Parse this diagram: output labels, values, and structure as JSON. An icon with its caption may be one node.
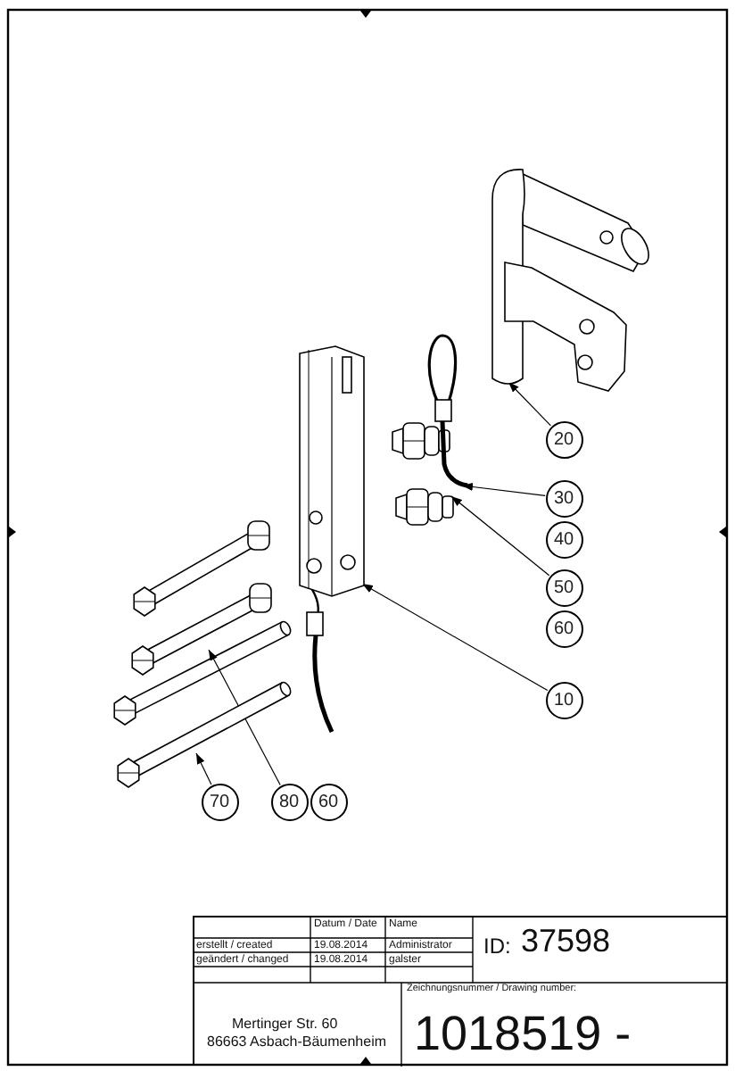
{
  "diagram": {
    "nodes": [
      {
        "text": [
          "20"
        ]
      },
      {
        "text": [
          "30"
        ]
      },
      {
        "text": [
          "40"
        ]
      },
      {
        "text": [
          "50"
        ]
      },
      {
        "text": [
          "60"
        ]
      },
      {
        "text": [
          "10"
        ]
      },
      {
        "text": [
          "70"
        ]
      },
      {
        "text": [
          "80"
        ]
      },
      {
        "text": [
          "60"
        ]
      },
      {
        "text": [],
        "shape": "picture"
      },
      {
        "text": [],
        "shape": "picture"
      },
      {
        "text": [],
        "shape": "picture"
      },
      {
        "text": [],
        "shape": "picture"
      },
      {
        "text": [],
        "shape": "picture"
      },
      {
        "text": [],
        "shape": "picture"
      }
    ],
    "edges": [
      {
        "from": 0,
        "to": 9,
        "arrow": "to"
      },
      {
        "from": 1,
        "to": 10,
        "arrow": "to"
      },
      {
        "from": 3,
        "to": 11,
        "arrow": "to"
      },
      {
        "from": 5,
        "to": 12,
        "arrow": "to"
      },
      {
        "from": 7,
        "to": 13,
        "arrow": "to"
      },
      {
        "from": 6,
        "to": 14,
        "arrow": "to"
      }
    ],
    "labels": [
      "Datum / Date",
      "Name",
      "erstellt / created",
      "19.08.2014",
      "Administrator",
      "geändert / changed",
      "19.08.2014",
      "galster",
      "ID:",
      "37598",
      "Mertinger Str. 60",
      "86663 Asbach-Bäumenheim",
      "Zeichnungsnummer / Drawing number:",
      "1018519 -"
    ]
  }
}
